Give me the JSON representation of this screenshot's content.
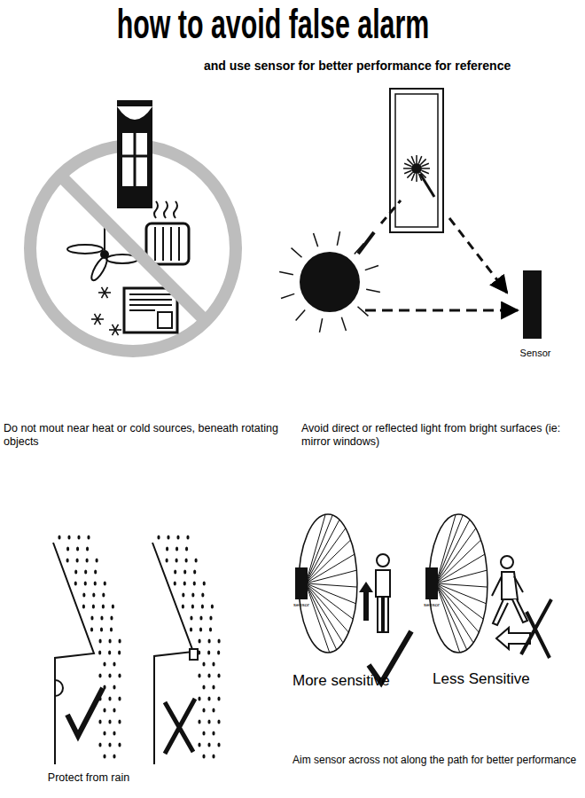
{
  "diagram": {
    "title": "how to avoid false alarm",
    "labels": [
      "and use sensor for better performance for reference",
      "Sensor",
      "Do not mout near heat or cold sources, beneath rotating objects",
      "Avoid direct or reflected light from bright surfaces (ie: mirror windows)",
      "sensor",
      "sensor",
      "More sensitive",
      "Less Sensitive",
      "Protect from rain",
      "Aim sensor across not along the path for better performance"
    ]
  }
}
